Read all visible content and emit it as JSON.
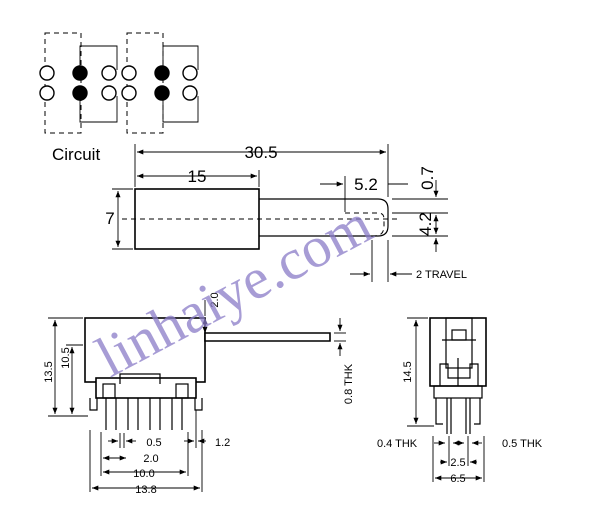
{
  "circuit": {
    "label": "Circuit"
  },
  "top_view": {
    "overall_length": "30.5",
    "body_length": "15",
    "body_height": "7",
    "actuator_length": "5.2",
    "actuator_offset": "0.7",
    "actuator_height": "4.2",
    "travel": "2 TRAVEL"
  },
  "front_view": {
    "height_total": "13.5",
    "height_body": "10.5",
    "tab_height": "2.0",
    "tab_thickness": "0.8 THK",
    "pin_width": "0.5",
    "pin_pitch": "2.0",
    "pin_edge": "1.2",
    "pin_span": "10.0",
    "overall_width": "13.8"
  },
  "side_view": {
    "height": "14.5",
    "pin_thickness_left": "0.4 THK",
    "pin_thickness_right": "0.5 THK",
    "pin_spacing": "2.5",
    "overall_width": "6.5"
  },
  "watermark": "linhaiye.com"
}
